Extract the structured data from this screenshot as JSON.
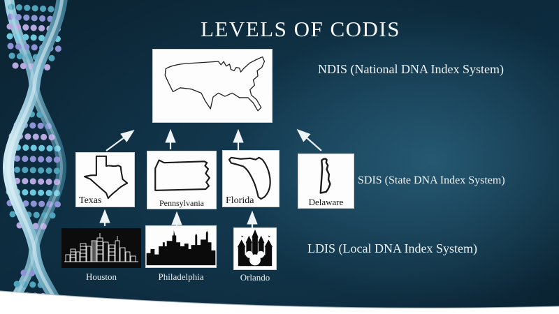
{
  "slide": {
    "title": "LEVELS OF CODIS",
    "levels": [
      {
        "id": "ndis",
        "label": "NDIS (National DNA Index System)"
      },
      {
        "id": "sdis",
        "label": "SDIS (State DNA Index System)"
      },
      {
        "id": "ldis",
        "label": "LDIS (Local DNA Index System)"
      }
    ],
    "states": [
      {
        "name": "Texas"
      },
      {
        "name": "Pennsylvania"
      },
      {
        "name": "Florida"
      },
      {
        "name": "Delaware"
      }
    ],
    "cities": [
      {
        "name": "Houston"
      },
      {
        "name": "Philadelphia"
      },
      {
        "name": "Orlando"
      }
    ],
    "colors": {
      "background_dark": "#0a2231",
      "background_glow": "#3a7d9c",
      "text": "#eef3f5",
      "box_background": "#fdfdfd",
      "outline_ink": "#1a1a1a",
      "arrow": "#e9eef1",
      "swoosh": "#ffffff",
      "helix_teal": "#4fa3ba",
      "helix_periwinkle": "#8d93d4",
      "helix_lavender": "#b7a9e0"
    }
  }
}
